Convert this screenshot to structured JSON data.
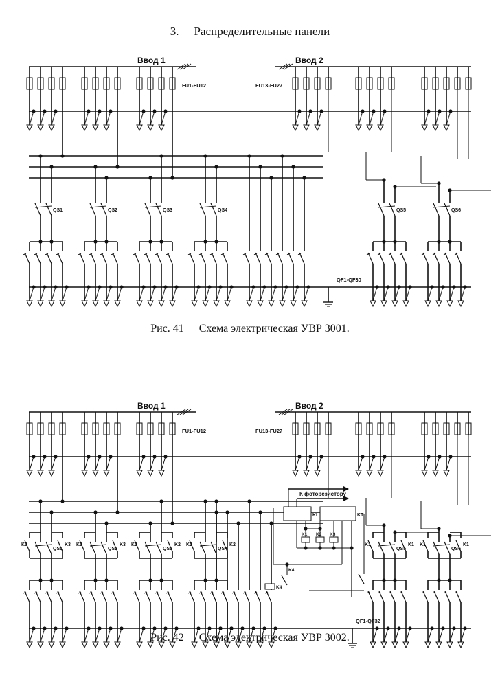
{
  "heading": {
    "number": "3.",
    "title": "Распределительные панели"
  },
  "figure1": {
    "caption_num": "Рис. 41",
    "caption_text": "Схема электрическая УВР 3001.",
    "input1": "Ввод 1",
    "input2": "Ввод 2",
    "fuses_left": "FU1-FU12",
    "fuses_right": "FU13-FU27",
    "breakers": "QF1-QF30",
    "switches": [
      "QS1",
      "QS2",
      "QS3",
      "QS4",
      "QS5",
      "QS6"
    ]
  },
  "figure2": {
    "caption_num": "Рис. 42",
    "caption_text": "Схема электрическая УВР 3002.",
    "input1": "Ввод 1",
    "input2": "Ввод 2",
    "fuses_left": "FU1-FU12",
    "fuses_right": "FU13-FU27",
    "breakers": "QF1-QF32",
    "switches": [
      "QS1",
      "QS2",
      "QS3",
      "QS4",
      "QS5",
      "QS6"
    ],
    "contact_labels": [
      [
        "K3",
        "K3"
      ],
      [
        "K3",
        "K3"
      ],
      [
        "K2",
        "K2"
      ],
      [
        "K2",
        "K2"
      ],
      [
        "K1",
        "K1"
      ],
      [
        "K1",
        "K1"
      ]
    ],
    "photo_label": "К фоторезистору",
    "relay_kl": "KL",
    "relay_kt": "KT",
    "coils": [
      "K1",
      "K2",
      "K3"
    ],
    "k4": "K4"
  }
}
